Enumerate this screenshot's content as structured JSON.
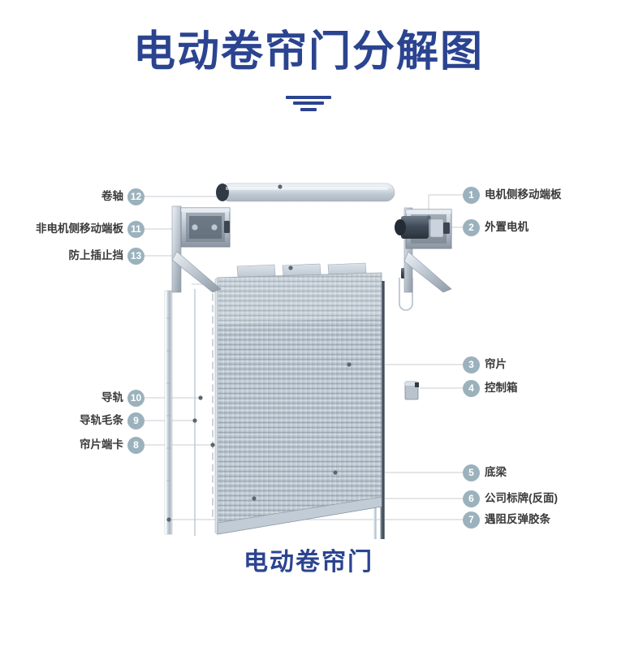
{
  "header": {
    "title": "电动卷帘门分解图",
    "divider_icon": "triple-bar-divider",
    "title_color": "#2b4490"
  },
  "caption": {
    "text": "电动卷帘门"
  },
  "diagram": {
    "name": "electric-rolling-shutter-door-exploded-view",
    "badge_color": "#9bb2bd",
    "leader_color": "#c9cdd2",
    "parts": [
      {
        "number": "1",
        "label": "电机侧移动端板",
        "side": "right"
      },
      {
        "number": "2",
        "label": "外置电机",
        "side": "right"
      },
      {
        "number": "3",
        "label": "帘片",
        "side": "right"
      },
      {
        "number": "4",
        "label": "控制箱",
        "side": "right"
      },
      {
        "number": "5",
        "label": "底梁",
        "side": "right"
      },
      {
        "number": "6",
        "label": "公司标牌(反面)",
        "side": "right"
      },
      {
        "number": "7",
        "label": "遇阻反弹胶条",
        "side": "right"
      },
      {
        "number": "8",
        "label": "帘片端卡",
        "side": "left"
      },
      {
        "number": "9",
        "label": "导轨毛条",
        "side": "left"
      },
      {
        "number": "10",
        "label": "导轨",
        "side": "left"
      },
      {
        "number": "11",
        "label": "非电机侧移动端板",
        "side": "left"
      },
      {
        "number": "12",
        "label": "卷轴",
        "side": "left"
      },
      {
        "number": "13",
        "label": "防上插止挡",
        "side": "left"
      }
    ]
  }
}
